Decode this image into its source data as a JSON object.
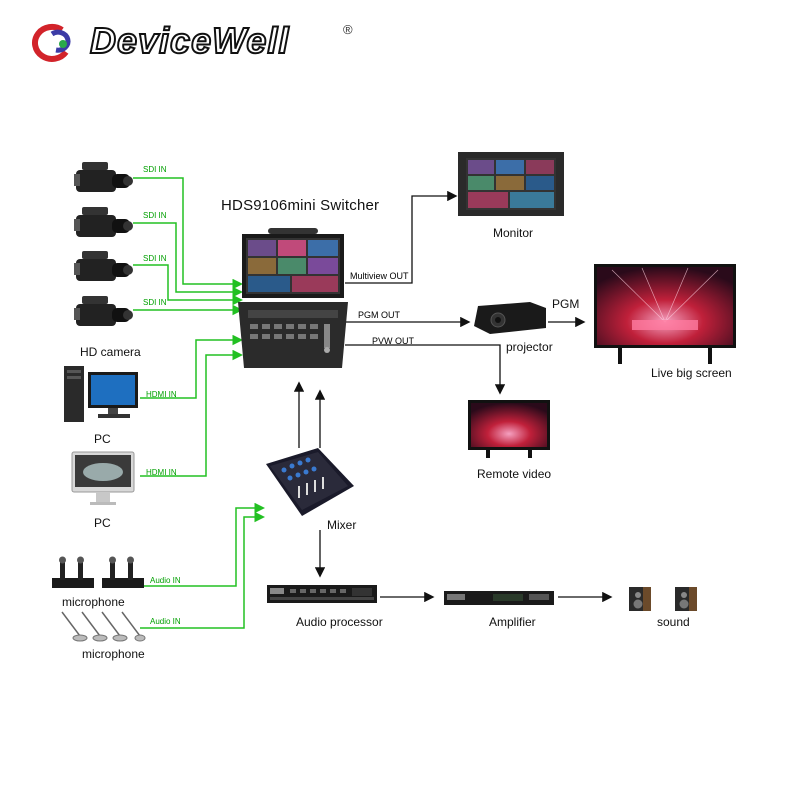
{
  "brand": {
    "name": "DeviceWell",
    "registered": "®",
    "colors": {
      "red": "#d2232a",
      "blue": "#3b3ba6",
      "green": "#2aa84a"
    }
  },
  "switcher": {
    "title": "HDS9106mini Switcher"
  },
  "inputs": {
    "sdi_tag": "SDI IN",
    "hdmi_tag": "HDMI IN",
    "audio_tag": "Audio IN",
    "camera_label": "HD camera",
    "pc_label": "PC",
    "microphone_label": "microphone"
  },
  "outputs": {
    "multiview": "Multiview OUT",
    "pgm": "PGM OUT",
    "pvw": "PVW OUT"
  },
  "devices": {
    "monitor": "Monitor",
    "projector": "projector",
    "pgm": "PGM",
    "live_screen": "Live big screen",
    "remote_video": "Remote video",
    "mixer": "Mixer",
    "audio_processor": "Audio processor",
    "amplifier": "Amplifier",
    "sound": "sound"
  },
  "colors": {
    "signal_green": "#22c022",
    "arrow_black": "#111111"
  }
}
